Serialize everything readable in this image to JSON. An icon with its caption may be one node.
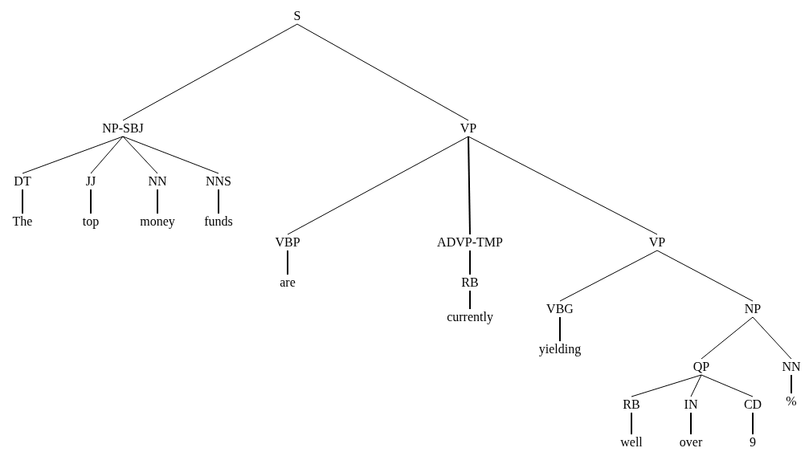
{
  "diagram": {
    "nodes": [
      {
        "text": [
          "S"
        ]
      },
      {
        "text": [
          "NP-SBJ"
        ]
      },
      {
        "text": [
          "VP"
        ]
      },
      {
        "text": [
          "DT"
        ]
      },
      {
        "text": [
          "JJ"
        ]
      },
      {
        "text": [
          "NN"
        ]
      },
      {
        "text": [
          "NNS"
        ]
      },
      {
        "text": [
          "The"
        ]
      },
      {
        "text": [
          "top"
        ]
      },
      {
        "text": [
          "money"
        ]
      },
      {
        "text": [
          "funds"
        ]
      },
      {
        "text": [
          "VBP"
        ]
      },
      {
        "text": [
          "ADVP-TMP"
        ]
      },
      {
        "text": [
          "VP"
        ]
      },
      {
        "text": [
          "are"
        ]
      },
      {
        "text": [
          "RB"
        ]
      },
      {
        "text": [
          "currently"
        ]
      },
      {
        "text": [
          "VBG"
        ]
      },
      {
        "text": [
          "NP"
        ]
      },
      {
        "text": [
          "yielding"
        ]
      },
      {
        "text": [
          "QP"
        ]
      },
      {
        "text": [
          "NN"
        ]
      },
      {
        "text": [
          "%"
        ]
      },
      {
        "text": [
          "RB"
        ]
      },
      {
        "text": [
          "IN"
        ]
      },
      {
        "text": [
          "CD"
        ]
      },
      {
        "text": [
          "well"
        ]
      },
      {
        "text": [
          "over"
        ]
      },
      {
        "text": [
          "9"
        ]
      }
    ],
    "edges": [
      {
        "from": 0,
        "to": 1,
        "arrow": "none"
      },
      {
        "from": 0,
        "to": 2,
        "arrow": "none"
      },
      {
        "from": 1,
        "to": 3,
        "arrow": "none"
      },
      {
        "from": 1,
        "to": 4,
        "arrow": "none"
      },
      {
        "from": 1,
        "to": 5,
        "arrow": "none"
      },
      {
        "from": 1,
        "to": 6,
        "arrow": "none"
      },
      {
        "from": 3,
        "to": 7,
        "arrow": "none"
      },
      {
        "from": 4,
        "to": 8,
        "arrow": "none"
      },
      {
        "from": 5,
        "to": 9,
        "arrow": "none"
      },
      {
        "from": 6,
        "to": 10,
        "arrow": "none"
      },
      {
        "from": 2,
        "to": 11,
        "arrow": "none"
      },
      {
        "from": 2,
        "to": 12,
        "arrow": "none"
      },
      {
        "from": 2,
        "to": 13,
        "arrow": "none"
      },
      {
        "from": 11,
        "to": 14,
        "arrow": "none"
      },
      {
        "from": 12,
        "to": 15,
        "arrow": "none"
      },
      {
        "from": 15,
        "to": 16,
        "arrow": "none"
      },
      {
        "from": 13,
        "to": 17,
        "arrow": "none"
      },
      {
        "from": 13,
        "to": 18,
        "arrow": "none"
      },
      {
        "from": 17,
        "to": 19,
        "arrow": "none"
      },
      {
        "from": 18,
        "to": 20,
        "arrow": "none"
      },
      {
        "from": 18,
        "to": 21,
        "arrow": "none"
      },
      {
        "from": 21,
        "to": 22,
        "arrow": "none"
      },
      {
        "from": 20,
        "to": 23,
        "arrow": "none"
      },
      {
        "from": 20,
        "to": 24,
        "arrow": "none"
      },
      {
        "from": 20,
        "to": 25,
        "arrow": "none"
      },
      {
        "from": 23,
        "to": 26,
        "arrow": "none"
      },
      {
        "from": 24,
        "to": 27,
        "arrow": "none"
      },
      {
        "from": 25,
        "to": 28,
        "arrow": "none"
      }
    ]
  }
}
